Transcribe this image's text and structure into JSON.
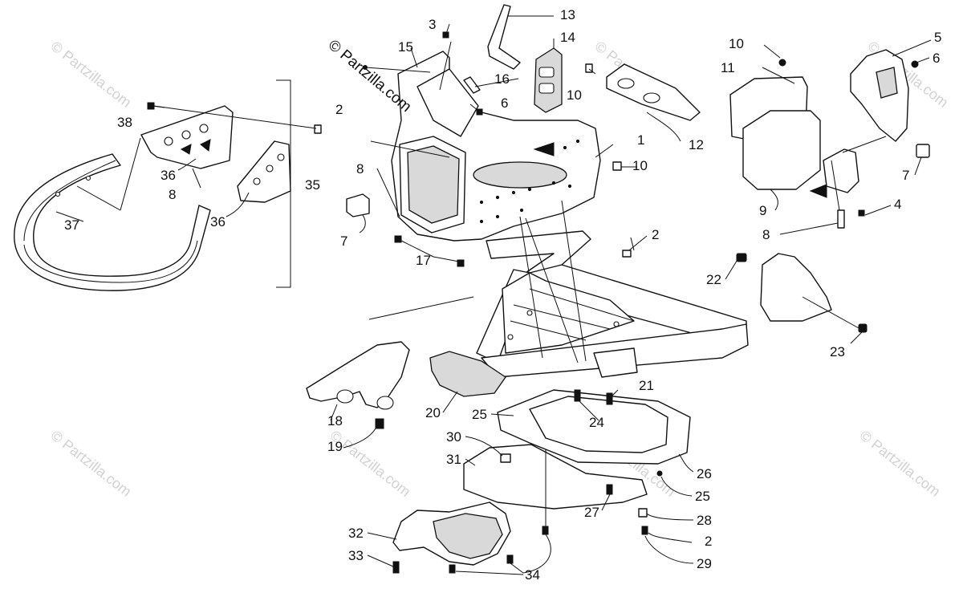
{
  "watermark": {
    "main": "© Partzilla.com",
    "faint": "© Partzilla.com"
  },
  "callouts": [
    "1",
    "2",
    "3",
    "4",
    "5",
    "6",
    "7",
    "8",
    "9",
    "10",
    "11",
    "12",
    "13",
    "14",
    "15",
    "16",
    "17",
    "18",
    "19",
    "20",
    "21",
    "22",
    "23",
    "24",
    "25",
    "26",
    "27",
    "28",
    "29",
    "30",
    "31",
    "32",
    "33",
    "34",
    "35",
    "36",
    "37",
    "38"
  ]
}
